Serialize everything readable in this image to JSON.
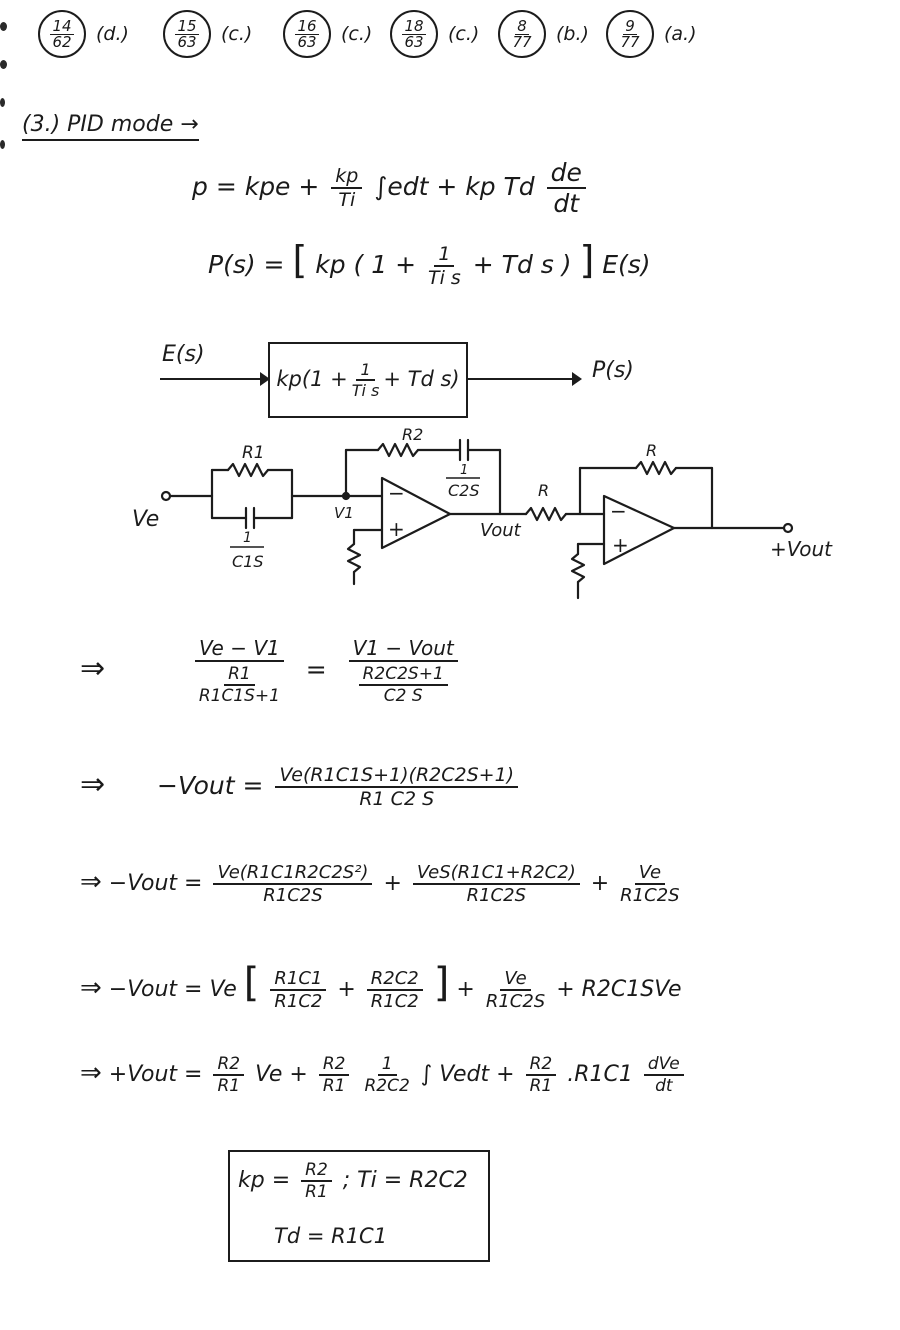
{
  "answers": [
    {
      "num": "14",
      "den": "62",
      "option": "(d.)"
    },
    {
      "num": "15",
      "den": "63",
      "option": "(c.)"
    },
    {
      "num": "16",
      "den": "63",
      "option": "(c.)"
    },
    {
      "num": "18",
      "den": "63",
      "option": "(c.)"
    },
    {
      "num": "8",
      "den": "77",
      "option": "(b.)"
    },
    {
      "num": "9",
      "den": "77",
      "option": "(a.)"
    }
  ],
  "heading": "(3.) PID mode →",
  "eq1": {
    "lhs": "p = kpe +",
    "kp": "kp",
    "ti": "Ti",
    "mid": "∫edt + kp Td",
    "de": "de",
    "dt": "dt"
  },
  "eq2": {
    "lhs": "P(s) =",
    "inner": "kp ( 1 +",
    "one": "1",
    "tis": "Ti s",
    "tail": "+ Td s )",
    "rhs": "E(s)"
  },
  "block": {
    "input": "E(s)",
    "output": "P(s)",
    "tf_pre": "kp(1 +",
    "tf_one": "1",
    "tf_den": "Ti s",
    "tf_post": "+ Td s)"
  },
  "circuit": {
    "ve": "Ve",
    "r1": "R1",
    "c1_num": "1",
    "c1_den": "C1S",
    "v1": "V1",
    "r2": "R2",
    "c2_num": "1",
    "c2_den": "C2S",
    "vout": "Vout",
    "r": "R",
    "r_fb": "R",
    "plus_vout": "+Vout",
    "minus": "−",
    "plus": "+"
  },
  "step1": {
    "lhs_num": "Ve − V1",
    "lhs_den_top": "R1",
    "lhs_den_bot": "R1C1S+1",
    "rhs_num": "V1 − Vout",
    "rhs_den_top": "R2C2S+1",
    "rhs_den_bot": "C2 S"
  },
  "step2": {
    "lhs": "−Vout =",
    "num": "Ve(R1C1S+1)(R2C2S+1)",
    "den": "R1 C2 S"
  },
  "step3": {
    "lhs": "−Vout =",
    "t1_num": "Ve(R1C1R2C2S²)",
    "t1_den": "R1C2S",
    "t2_num": "VeS(R1C1+R2C2)",
    "t2_den": "R1C2S",
    "t3_num": "Ve",
    "t3_den": "R1C2S"
  },
  "step4": {
    "lhs": "−Vout =",
    "ve": "Ve",
    "a_num": "R1C1",
    "a_den": "R1C2",
    "b_num": "R2C2",
    "b_den": "R1C2",
    "c_num": "Ve",
    "c_den": "R1C2S",
    "tail": "+ R2C1SVe"
  },
  "step5": {
    "lhs": "+Vout =",
    "a_num": "R2",
    "a_den": "R1",
    "ve1": "Ve +",
    "b_num": "R2",
    "b_den": "R1",
    "c_num": "1",
    "c_den": "R2C2",
    "integral": "∫ Vedt +",
    "d_num": "R2",
    "d_den": "R1",
    "mid": ".R1C1",
    "e_num": "dVe",
    "e_den": "dt"
  },
  "result": {
    "kp": "kp =",
    "kp_num": "R2",
    "kp_den": "R1",
    "ti": "; Ti = R2C2",
    "td": "Td = R1C1"
  },
  "implies": "⇒"
}
